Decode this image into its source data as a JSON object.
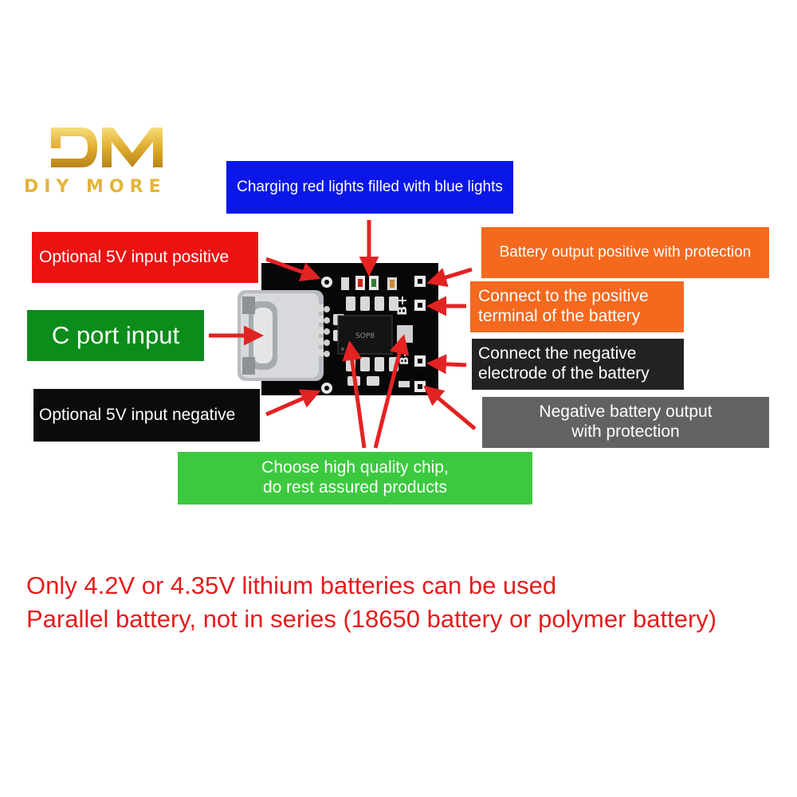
{
  "logo": {
    "mark": "DM",
    "text": "DIY MORE"
  },
  "board": {
    "chip_text": "SOP8",
    "b_plus": "B+",
    "b_minus": "B-"
  },
  "labels": {
    "indicator_lights": "Charging red lights filled with blue lights",
    "input_positive": "Optional 5V input positive",
    "c_port": "C port input",
    "input_negative": "Optional 5V input negative",
    "battery_output_positive": "Battery output positive with protection",
    "battery_positive_terminal": "Connect to the positive\nterminal of the battery",
    "battery_negative_electrode": "Connect the negative\nelectrode of the battery",
    "battery_output_negative": "Negative battery output\nwith protection",
    "chip": "Choose high quality chip,\ndo rest assured products"
  },
  "notes": [
    "Only 4.2V or 4.35V lithium batteries can be used",
    "Parallel battery, not in series (18650 battery or polymer battery)"
  ],
  "colors": {
    "blue": "#0a17e8",
    "red": "#ee1111",
    "green": "#0c8c1b",
    "black": "#0b0b0b",
    "orange": "#f4691e",
    "grey": "#626262",
    "light_green": "#3cc93f",
    "arrow_red": "#e32222",
    "logo_gold": "#e3b53a"
  }
}
